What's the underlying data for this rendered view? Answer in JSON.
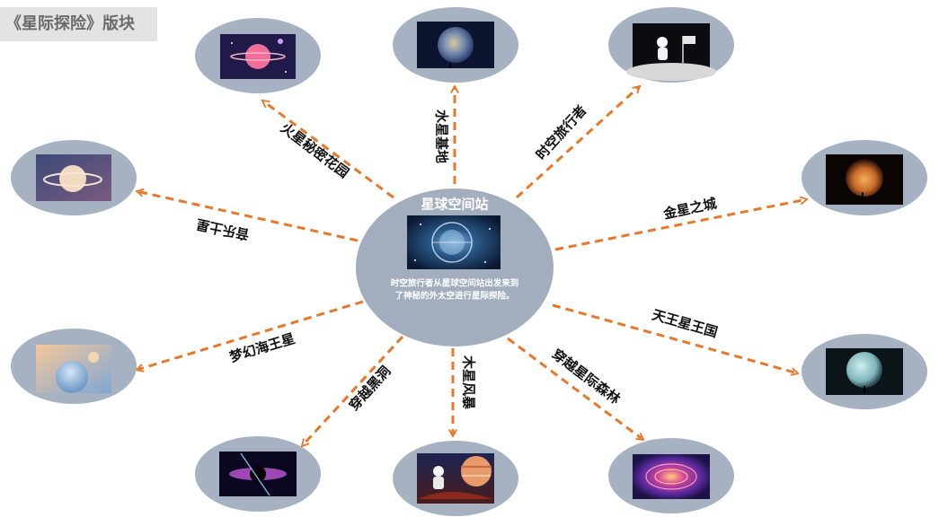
{
  "header": {
    "title": "《星际探险》版块"
  },
  "hub": {
    "title": "星球空间站",
    "description_line1": "时空旅行者从星球空间站出发来到",
    "description_line2": "了神秘的外太空进行星际探险。",
    "image_subject": "space-station"
  },
  "branches": [
    {
      "id": "mars",
      "label": "火星秘密花园",
      "image_subject": "pink-ringed-planet"
    },
    {
      "id": "mercury",
      "label": "水星基地",
      "image_subject": "blue-planet-night"
    },
    {
      "id": "traveler",
      "label": "时空旅行者",
      "image_subject": "astronaut-moon-flag"
    },
    {
      "id": "venus",
      "label": "金星之城",
      "image_subject": "glowing-orange-planet"
    },
    {
      "id": "uranus",
      "label": "天王星王国",
      "image_subject": "pale-cyan-planet"
    },
    {
      "id": "wormhole",
      "label": "穿越星际森林",
      "image_subject": "purple-galaxy-swirl"
    },
    {
      "id": "jupiter",
      "label": "木星风暴",
      "image_subject": "astronaut-with-gas-giant"
    },
    {
      "id": "blackhole",
      "label": "穿越黑洞",
      "image_subject": "black-hole"
    },
    {
      "id": "neptune",
      "label": "梦幻海王星",
      "image_subject": "neptune-pastel"
    },
    {
      "id": "saturn",
      "label": "音乐土星",
      "image_subject": "saturn-rings"
    }
  ],
  "colors": {
    "arrow": "#e8772a",
    "node_fill": "#a6b1c1",
    "hub_fill": "#a2adbd",
    "title_bg": "#e3e3e3",
    "title_text": "#6b6b6b"
  }
}
